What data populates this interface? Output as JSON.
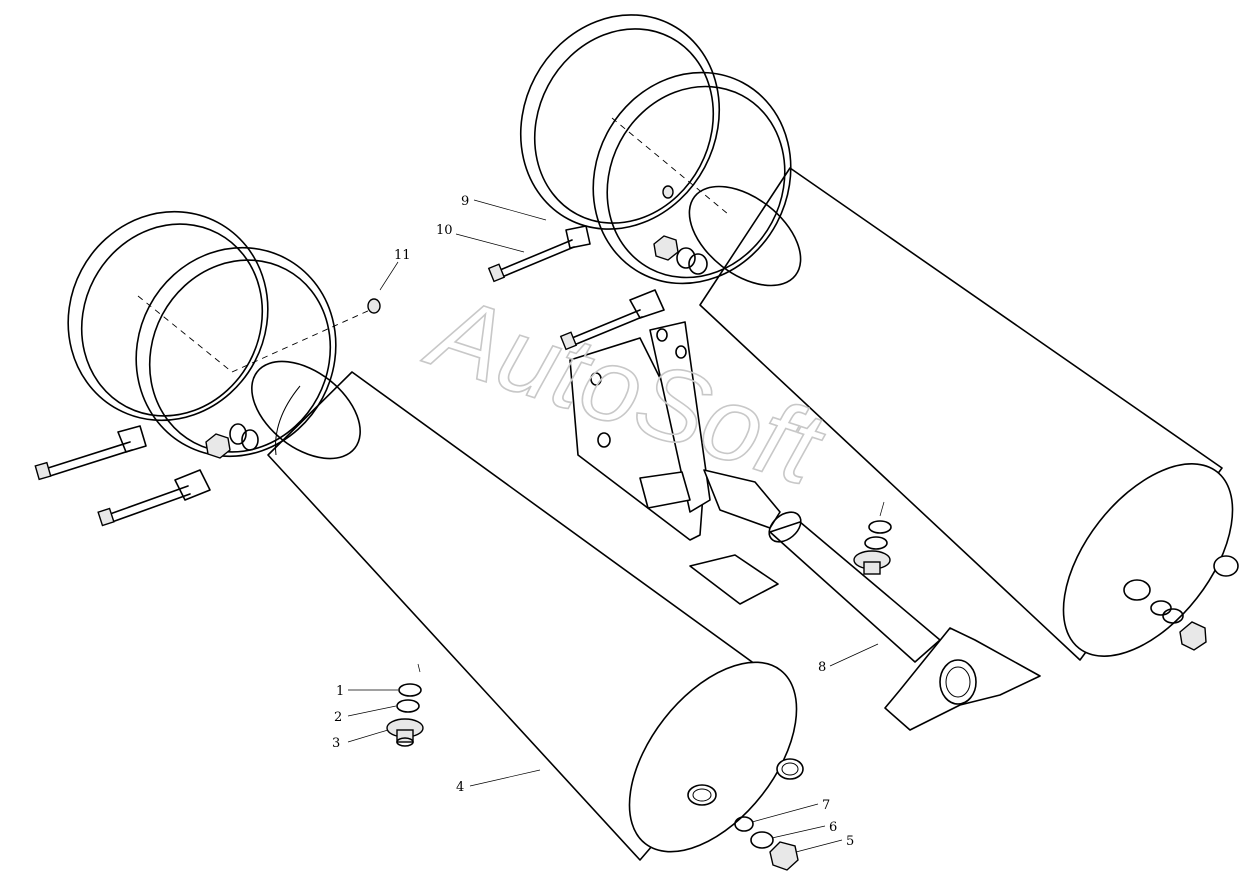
{
  "watermark": "AutoSoft",
  "callouts": [
    {
      "id": "c1",
      "text": "1"
    },
    {
      "id": "c2",
      "text": "2"
    },
    {
      "id": "c3",
      "text": "3"
    },
    {
      "id": "c4",
      "text": "4"
    },
    {
      "id": "c5",
      "text": "5"
    },
    {
      "id": "c6",
      "text": "6"
    },
    {
      "id": "c7",
      "text": "7"
    },
    {
      "id": "c8",
      "text": "8"
    },
    {
      "id": "c9",
      "text": "9"
    },
    {
      "id": "c10",
      "text": "10"
    },
    {
      "id": "c11",
      "text": "11"
    }
  ]
}
